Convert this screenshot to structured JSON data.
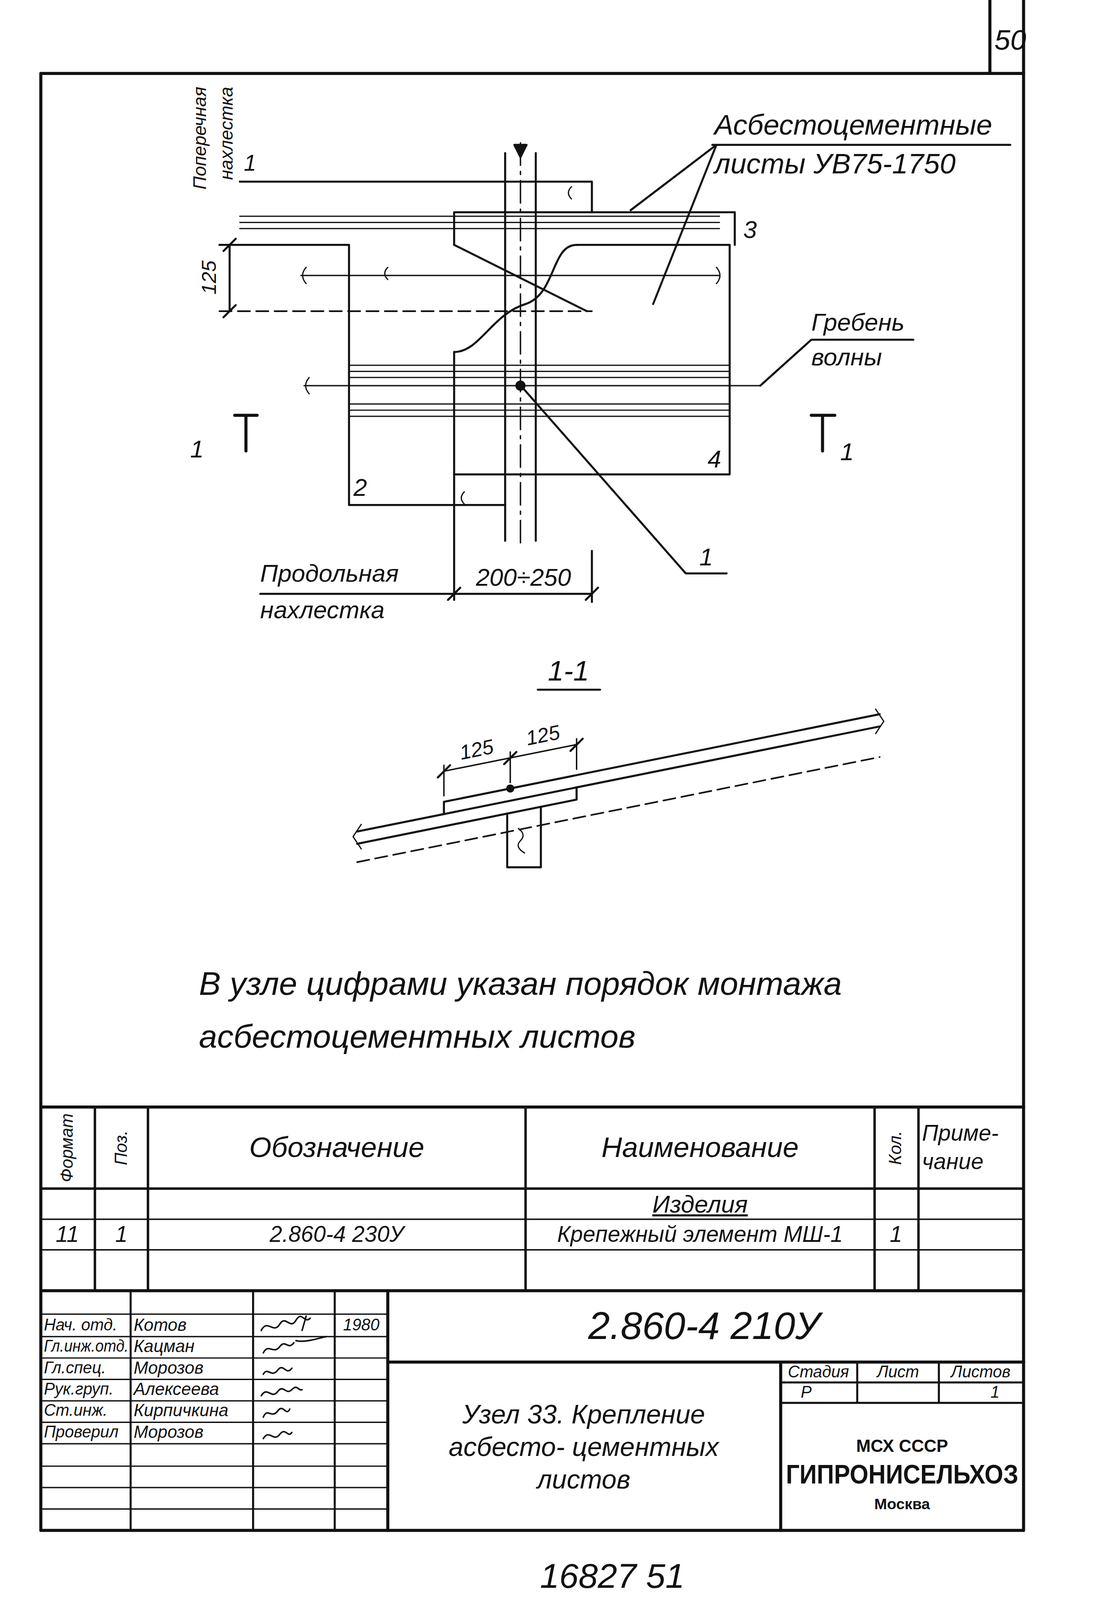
{
  "diagram": {
    "labels": [
      "50",
      "Поперечная нахлестка",
      "125",
      "1",
      "Асбестоцементные листы УВ75-1750",
      "3",
      "Гребень волны",
      "1",
      "1",
      "2",
      "4",
      "Продольная нахлестка",
      "200÷250",
      "1",
      "1-1",
      "125",
      "125",
      "В узле цифрами указан порядок монтажа асбестоцементных листов",
      "Формат",
      "Поз.",
      "Обозначение",
      "Наименование",
      "Кол.",
      "Приме- чание",
      "Изделия",
      "11",
      "1",
      "2.860-4 230У",
      "Крепежный элемент МШ-1",
      "1",
      "Нач. отд.",
      "Котов",
      "1980",
      "Гл.инж.отд.",
      "Кацман",
      "Гл.спец.",
      "Морозов",
      "Рук.груп.",
      "Алексеева",
      "Ст.инж.",
      "Кирпичкина",
      "Проверил",
      "Морозов",
      "2.860-4 210У",
      "Узел 33. Крепление асбесто- цементных листов",
      "Стадия",
      "Лист",
      "Листов",
      "Р",
      "1",
      "МСХ СССР",
      "ГИПРОНИСЕЛЬХОЗ",
      "Москва",
      "16827 51"
    ]
  }
}
